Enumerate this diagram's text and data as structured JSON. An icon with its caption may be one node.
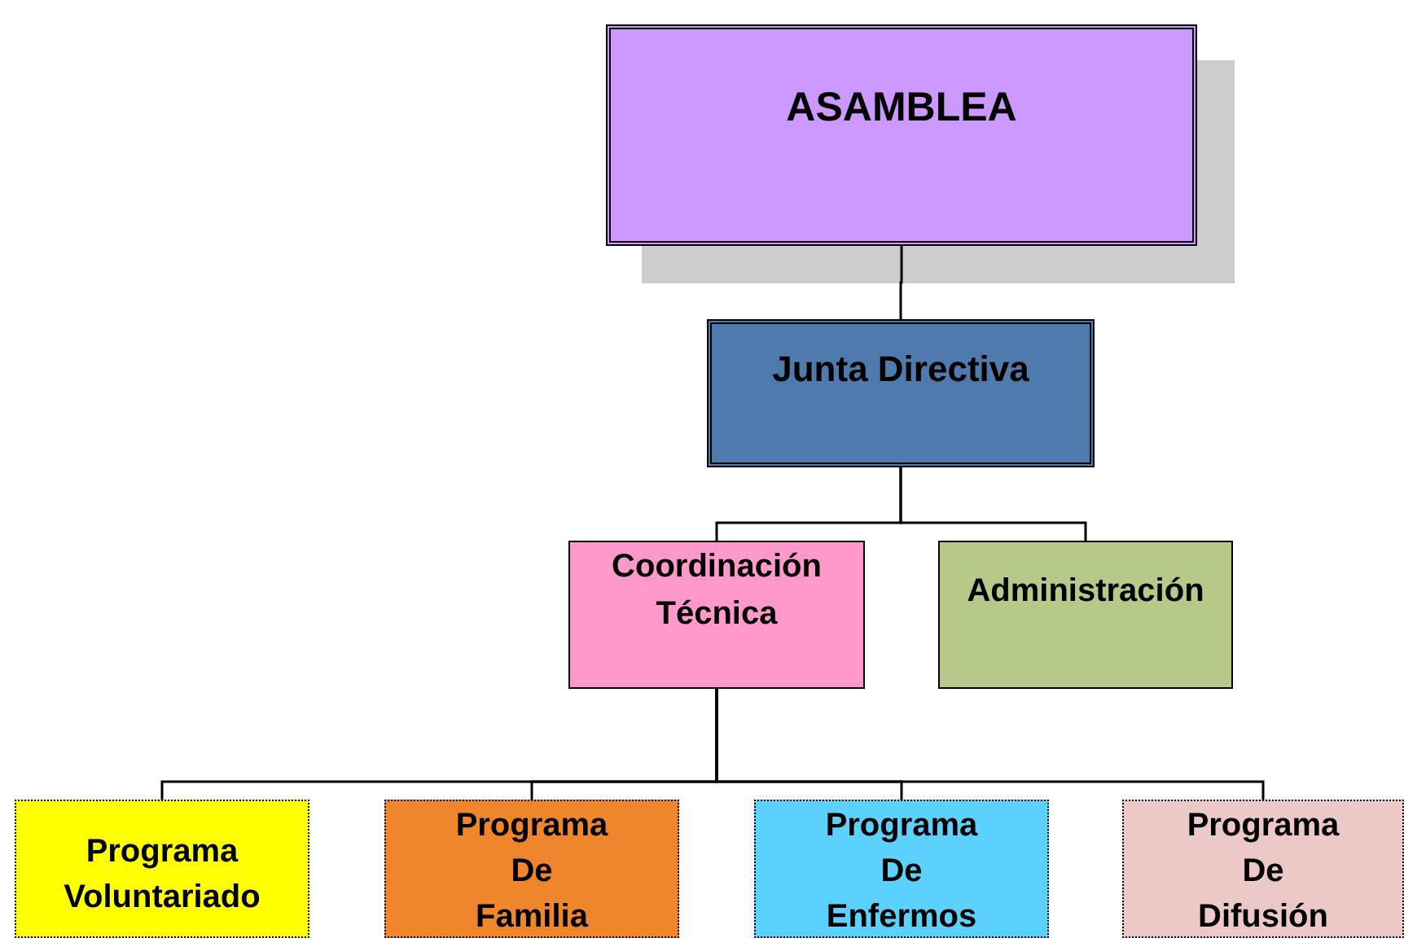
{
  "diagram": {
    "nodes": [
      {
        "text": [
          "ASAMBLEA"
        ]
      },
      {
        "text": [
          "Junta Directiva"
        ]
      },
      {
        "text": [
          "Coordinación Técnica"
        ]
      },
      {
        "text": [
          "Administración"
        ]
      },
      {
        "text": [
          "Programa Voluntariado"
        ]
      },
      {
        "text": [
          "Programa De Familia"
        ]
      },
      {
        "text": [
          "Programa De Enfermos"
        ]
      },
      {
        "text": [
          "Programa De Difusión"
        ]
      }
    ],
    "edges": [
      {
        "from": 0,
        "to": 1,
        "arrow": "none"
      },
      {
        "from": 1,
        "to": 2,
        "arrow": "none"
      },
      {
        "from": 1,
        "to": 3,
        "arrow": "none"
      },
      {
        "from": 2,
        "to": 4,
        "arrow": "none"
      },
      {
        "from": 2,
        "to": 5,
        "arrow": "none"
      },
      {
        "from": 2,
        "to": 6,
        "arrow": "none"
      },
      {
        "from": 2,
        "to": 7,
        "arrow": "none"
      }
    ]
  }
}
